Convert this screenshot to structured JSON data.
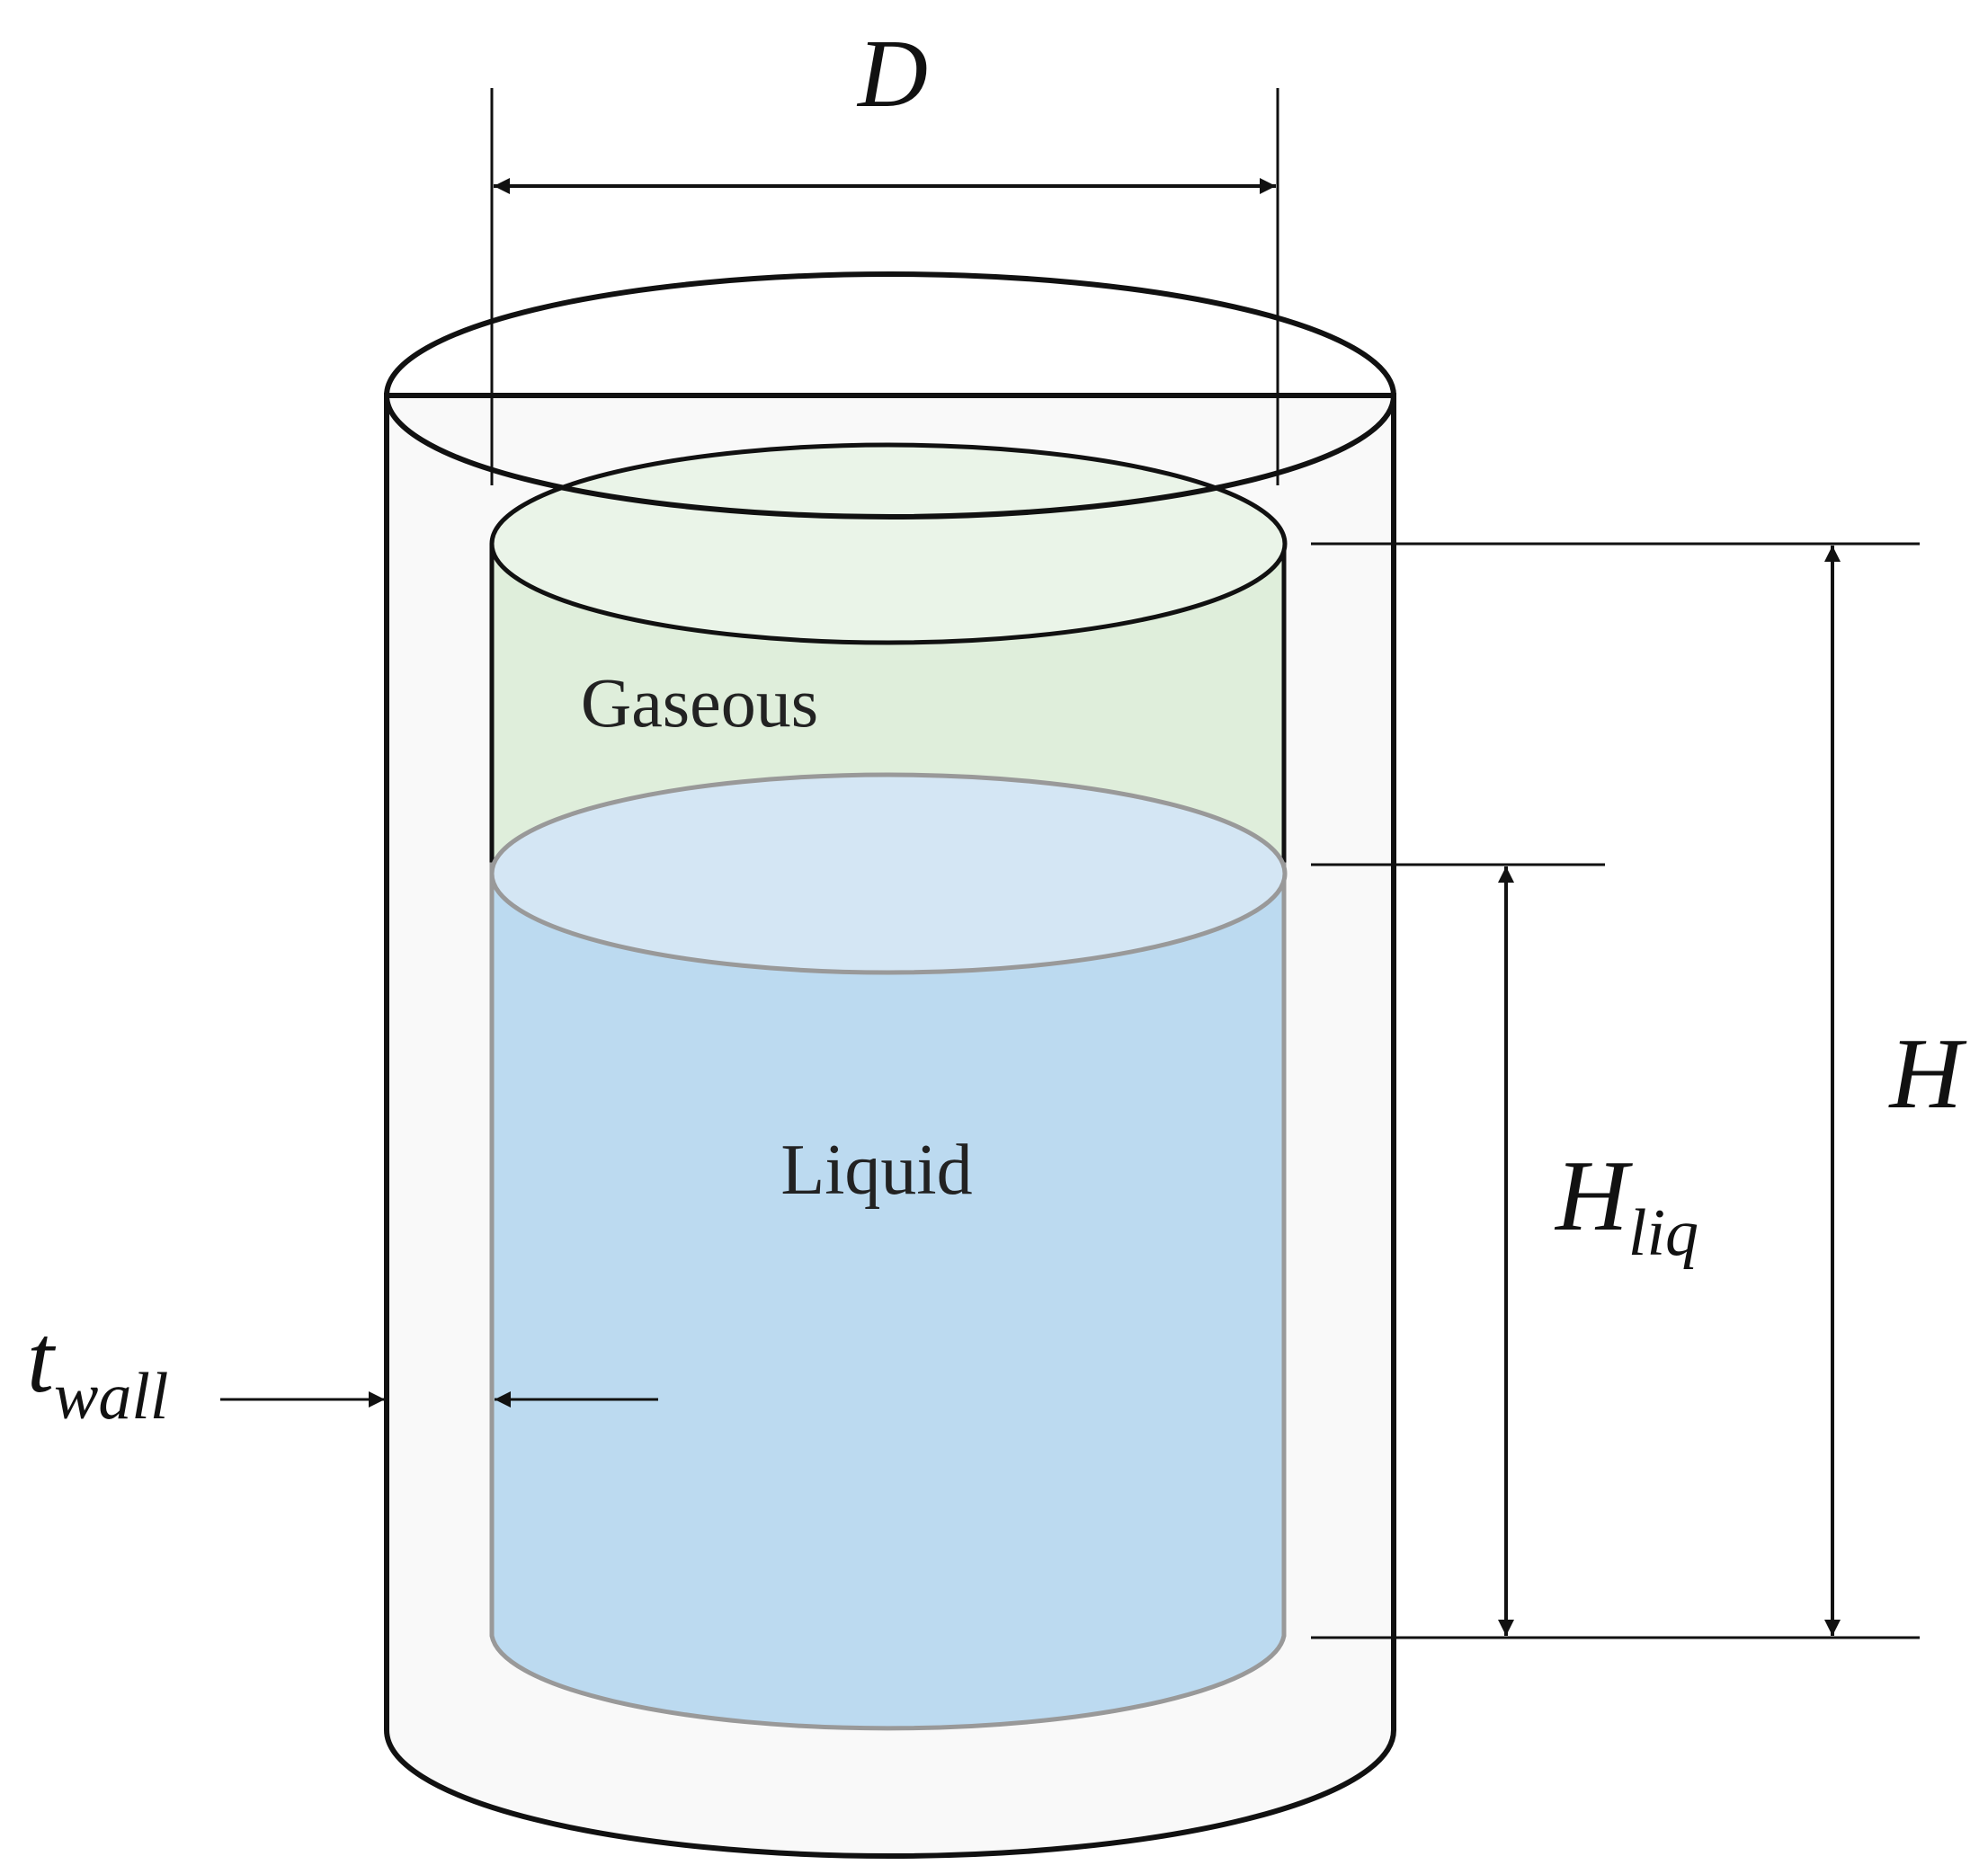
{
  "labels": {
    "diameter": "D",
    "height_main": "H",
    "height_liquid_main": "H",
    "height_liquid_sub": "liq",
    "wall_main": "t",
    "wall_sub": "wall",
    "gas_region": "Gaseous",
    "liquid_region": "Liquid"
  },
  "colors": {
    "outline": "#111111",
    "outer_fill": "#f9f9f9",
    "gas_fill": "#dfeedb",
    "gas_top_fill": "#eaf4e8",
    "liquid_fill": "#bcdaf0",
    "liquid_top_fill": "#d4e6f4",
    "liquid_outline": "#999999"
  }
}
